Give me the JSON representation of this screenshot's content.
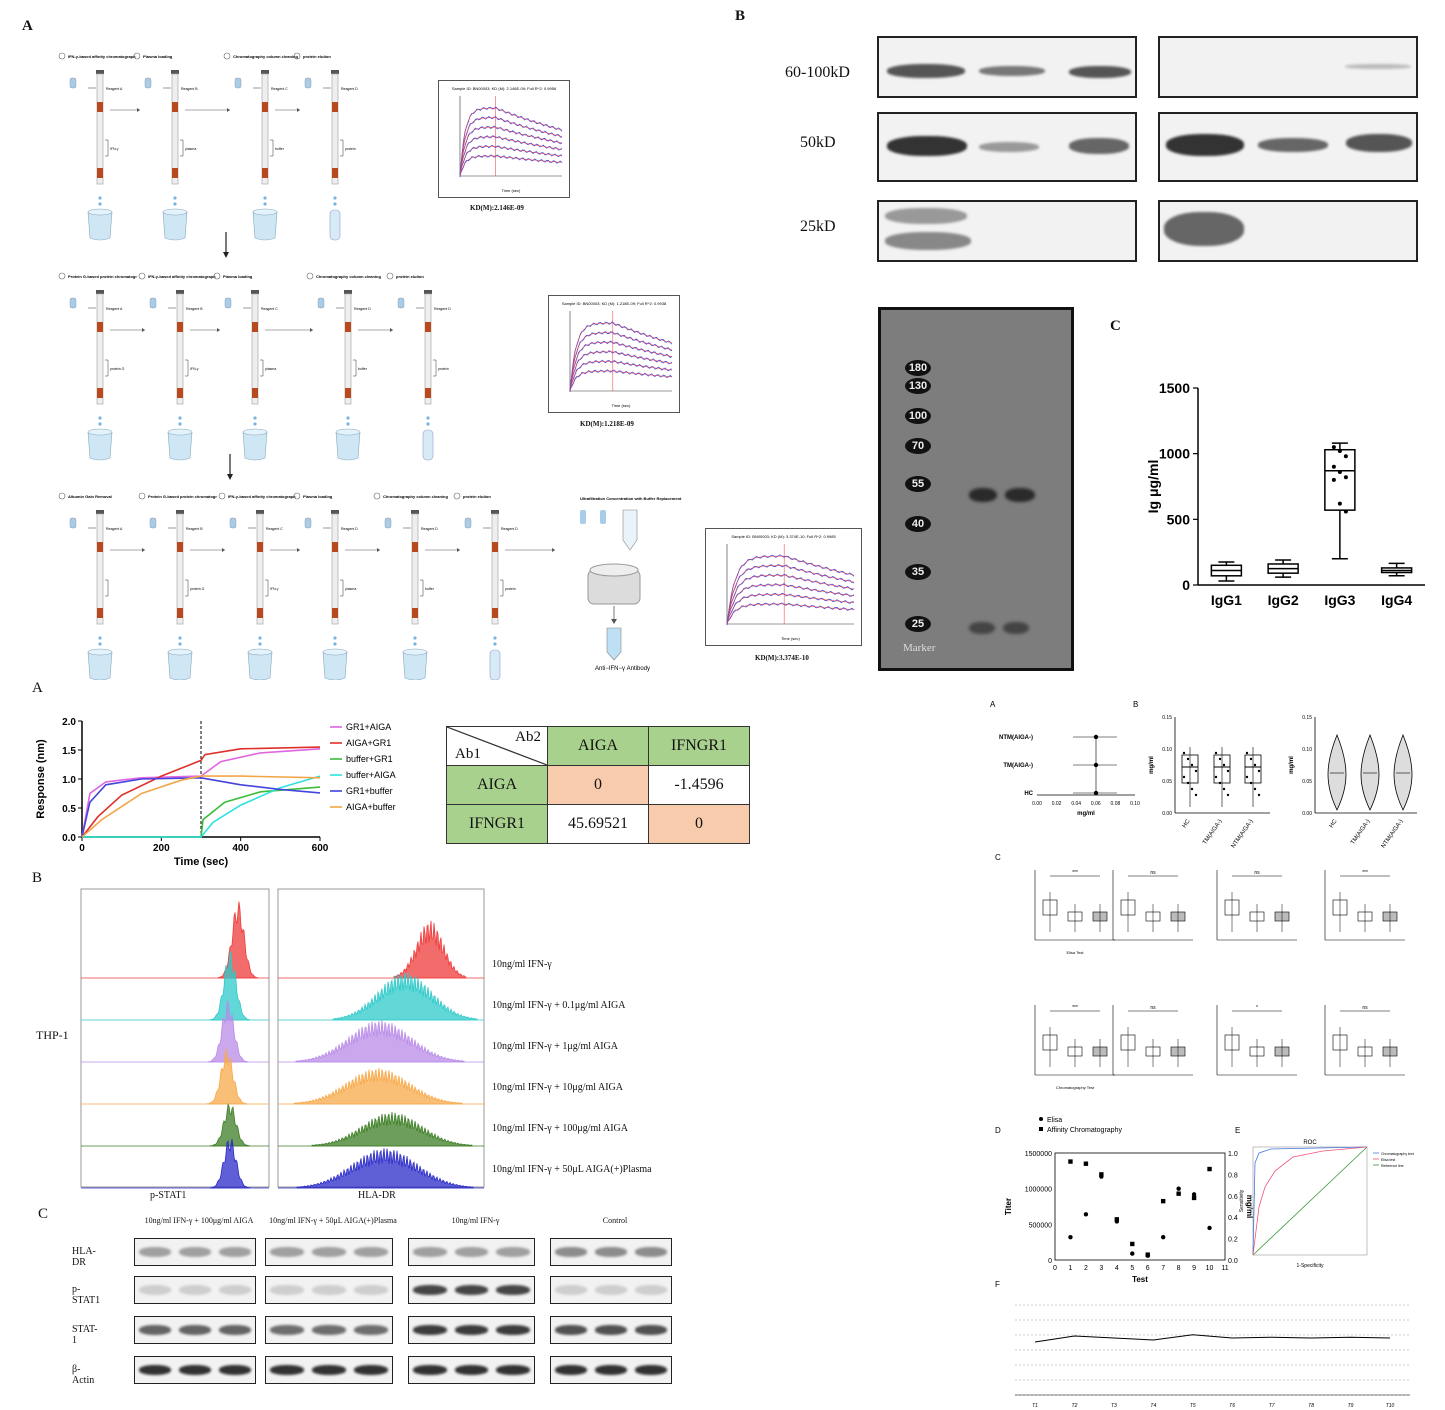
{
  "panels": {
    "top_left": {
      "label": "A"
    },
    "top_right": {
      "label": "B"
    },
    "gel_marker": {
      "label": "C"
    },
    "mid_left": {
      "label": "A"
    },
    "flow": {
      "label": "B"
    },
    "western": {
      "label": "C"
    },
    "r_a": {
      "label": "A"
    },
    "r_b": {
      "label": "B"
    },
    "r_c": {
      "label": "C"
    },
    "r_d": {
      "label": "D"
    },
    "r_e": {
      "label": "E"
    },
    "r_f": {
      "label": "F"
    }
  },
  "workflow": {
    "row1_steps": [
      "IFN-γ-based affinity chromatography column assembly",
      "Plasma loading",
      "Chromatography column cleaning",
      "protein elution"
    ],
    "row2_steps": [
      "Protein G-based protein chromatography",
      "IFN-γ-based affinity chromatography column assembly",
      "Plasma loading",
      "Chromatography column cleaning",
      "protein elution"
    ],
    "row3_steps": [
      "Albumin Gain Removal",
      "Protein G-based protein chromatography",
      "IFN-γ-based affinity chromatography column assembly",
      "Plasma loading",
      "Chromatography column cleaning",
      "protein elution",
      "Ultrafiltration Concentration with Buffer Replacement"
    ],
    "reagents": [
      "Reagent A",
      "Reagent B",
      "Reagent C",
      "Reagent D"
    ],
    "tags": [
      "IFN-γ",
      "plasma",
      "buffer",
      "protein",
      "protein G"
    ],
    "kd1": "KD(M):2.146E-09",
    "kd2": "KD(M):1.218E-09",
    "kd3": "KD(M):3.374E-10",
    "sensor_title1": "Sample ID: BN00003; KD (M): 2.146E-09; Full R^2: 0.9956",
    "sensor_title2": "Sample ID: BN00003; KD (M): 1.218E-09; Full R^2: 0.9938",
    "sensor_title3": "Sample ID: BN00003; KD (M): 3.374E-10; Full R^2: 0.9985",
    "time_label": "Time (sec)",
    "final": "Anti−IFN−γ Antibody"
  },
  "blot_top": {
    "rows": [
      "60-100kD",
      "50kD",
      "25kD"
    ]
  },
  "gel": {
    "markers": [
      "180",
      "130",
      "100",
      "70",
      "55",
      "40",
      "35",
      "25"
    ],
    "marker_label": "Marker"
  },
  "chart_data": [
    {
      "type": "box",
      "ylabel": "Ig μg/ml",
      "categories": [
        "IgG1",
        "IgG2",
        "IgG3",
        "IgG4"
      ],
      "ylim": [
        0,
        1500
      ],
      "yticks": [
        0,
        500,
        1000,
        1500
      ],
      "boxes": [
        {
          "min": 30,
          "q1": 70,
          "median": 110,
          "q3": 150,
          "max": 175
        },
        {
          "min": 60,
          "q1": 90,
          "median": 125,
          "q3": 160,
          "max": 190
        },
        {
          "min": 200,
          "q1": 570,
          "median": 870,
          "q3": 1030,
          "max": 1080
        },
        {
          "min": 70,
          "q1": 95,
          "median": 110,
          "q3": 130,
          "max": 165
        }
      ]
    },
    {
      "type": "line",
      "xlabel": "Time (sec)",
      "ylabel": "Response (nm)",
      "xlim": [
        0,
        600
      ],
      "ylim": [
        0,
        2
      ],
      "xticks": [
        0,
        200,
        400,
        600
      ],
      "yticks": [
        0.0,
        0.5,
        1.0,
        1.5,
        2.0
      ],
      "dissociation_at": 300,
      "series": [
        {
          "name": "GR1+AIGA",
          "color": "#e066e0",
          "points": [
            [
              0,
              0
            ],
            [
              20,
              0.75
            ],
            [
              60,
              0.95
            ],
            [
              150,
              1.02
            ],
            [
              300,
              1.05
            ],
            [
              350,
              1.3
            ],
            [
              450,
              1.45
            ],
            [
              600,
              1.52
            ]
          ]
        },
        {
          "name": "AIGA+GR1",
          "color": "#e0302a",
          "points": [
            [
              0,
              0
            ],
            [
              40,
              0.35
            ],
            [
              100,
              0.72
            ],
            [
              200,
              1.05
            ],
            [
              300,
              1.32
            ],
            [
              310,
              1.42
            ],
            [
              400,
              1.52
            ],
            [
              600,
              1.55
            ]
          ]
        },
        {
          "name": "buffer+GR1",
          "color": "#3bbd3b",
          "points": [
            [
              0,
              0
            ],
            [
              300,
              0
            ],
            [
              305,
              0.3
            ],
            [
              360,
              0.6
            ],
            [
              450,
              0.78
            ],
            [
              600,
              0.86
            ]
          ]
        },
        {
          "name": "buffer+AIGA",
          "color": "#2ee0e0",
          "points": [
            [
              0,
              0
            ],
            [
              300,
              0
            ],
            [
              330,
              0.25
            ],
            [
              400,
              0.55
            ],
            [
              500,
              0.85
            ],
            [
              600,
              1.05
            ]
          ]
        },
        {
          "name": "GR1+buffer",
          "color": "#4444dd",
          "points": [
            [
              0,
              0
            ],
            [
              20,
              0.6
            ],
            [
              60,
              0.9
            ],
            [
              150,
              1.0
            ],
            [
              300,
              1.02
            ],
            [
              400,
              0.9
            ],
            [
              500,
              0.82
            ],
            [
              600,
              0.76
            ]
          ]
        },
        {
          "name": "AIGA+buffer",
          "color": "#f2a64a",
          "points": [
            [
              0,
              0
            ],
            [
              50,
              0.3
            ],
            [
              150,
              0.75
            ],
            [
              250,
              0.98
            ],
            [
              300,
              1.05
            ],
            [
              400,
              1.05
            ],
            [
              600,
              1.02
            ]
          ]
        }
      ]
    },
    {
      "type": "table",
      "corner_top": "Ab2",
      "corner_bottom": "Ab1",
      "columns": [
        "AIGA",
        "IFNGR1"
      ],
      "rows": [
        {
          "name": "AIGA",
          "values": [
            "0",
            "-1.4596"
          ]
        },
        {
          "name": "IFNGR1",
          "values": [
            "45.69521",
            "0"
          ]
        }
      ]
    },
    {
      "type": "scatter",
      "xlabel": "Test",
      "ylabel_left": "Titer",
      "ylabel_right": "mg/ml",
      "ylim_left": [
        0,
        1500000
      ],
      "yticks_left": [
        "0",
        "500000",
        "1000000",
        "1500000"
      ],
      "ylim_right": [
        0,
        1.0
      ],
      "yticks_right": [
        "0.0",
        "0.2",
        "0.4",
        "0.6",
        "0.8",
        "1.0"
      ],
      "xticks": [
        "0",
        "1",
        "2",
        "3",
        "4",
        "5",
        "6",
        "7",
        "8",
        "9",
        "10",
        "11"
      ],
      "legend": [
        "Elisa",
        "Affinity Chromatography"
      ],
      "elisa": [
        [
          1,
          320000
        ],
        [
          2,
          640000
        ],
        [
          3,
          1170000
        ],
        [
          4,
          540000
        ],
        [
          5,
          90000
        ],
        [
          6,
          60000
        ],
        [
          7,
          320000
        ],
        [
          8,
          1000000
        ],
        [
          9,
          920000
        ],
        [
          10,
          450000
        ]
      ],
      "affinity": [
        [
          1,
          0.92
        ],
        [
          2,
          0.9
        ],
        [
          3,
          0.8
        ],
        [
          4,
          0.38
        ],
        [
          5,
          0.15
        ],
        [
          6,
          0.05
        ],
        [
          7,
          0.55
        ],
        [
          8,
          0.62
        ],
        [
          9,
          0.58
        ],
        [
          10,
          0.85
        ]
      ]
    }
  ],
  "flow": {
    "cell_line": "THP-1",
    "x_labels": [
      "p-STAT1",
      "HLA-DR"
    ],
    "conditions": [
      "10ng/ml IFN-γ",
      "10ng/ml IFN-γ + 0.1μg/ml AIGA",
      "10ng/ml IFN-γ + 1μg/ml AIGA",
      "10ng/ml IFN-γ + 10μg/ml AIGA",
      "10ng/ml IFN-γ + 100μg/ml AIGA",
      "10ng/ml IFN-γ + 50μL AIGA(+)Plasma"
    ],
    "colors": [
      "#ef3b3b",
      "#2ec9c9",
      "#b98be8",
      "#f7a94a",
      "#3c7d24",
      "#2b2bc8"
    ]
  },
  "western": {
    "groups": [
      "10ng/ml IFN-γ + 100μg/ml AIGA",
      "10ng/ml IFN-γ + 50μL AIGA(+)Plasma",
      "10ng/ml IFN-γ",
      "Control"
    ],
    "rows": [
      "HLA-DR",
      "p-STAT1",
      "STAT-1",
      "β-Actin"
    ]
  },
  "right_small": {
    "a_rows": [
      "NTM(AIGA-)",
      "TM(AIGA-)",
      "HC"
    ],
    "a_xticks": [
      "0.00",
      "0.02",
      "0.04",
      "0.06",
      "0.08",
      "0.10"
    ],
    "a_xlabel": "mg/ml",
    "b_yticks": [
      "0.00",
      "0.05",
      "0.10",
      "0.15"
    ],
    "b_ylabel": "mg/ml",
    "b_groups": [
      "HC",
      "TM(AIGA-)",
      "NTM(AIGA-)"
    ],
    "c_xlabel1": "Elisa Test",
    "c_xlabel2": "Chromatography Test",
    "ns": "ns",
    "sig": "***",
    "sig1": "*",
    "roc_title": "ROC",
    "roc_x": "1-Specificity",
    "roc_y": "Sensitivity",
    "roc_legend": [
      "Chromatography test",
      "Elisa test",
      "Reference line"
    ],
    "f_xticks": [
      "T1",
      "T2",
      "T3",
      "T4",
      "T5",
      "T6",
      "T7",
      "T8",
      "T9",
      "T10"
    ]
  }
}
